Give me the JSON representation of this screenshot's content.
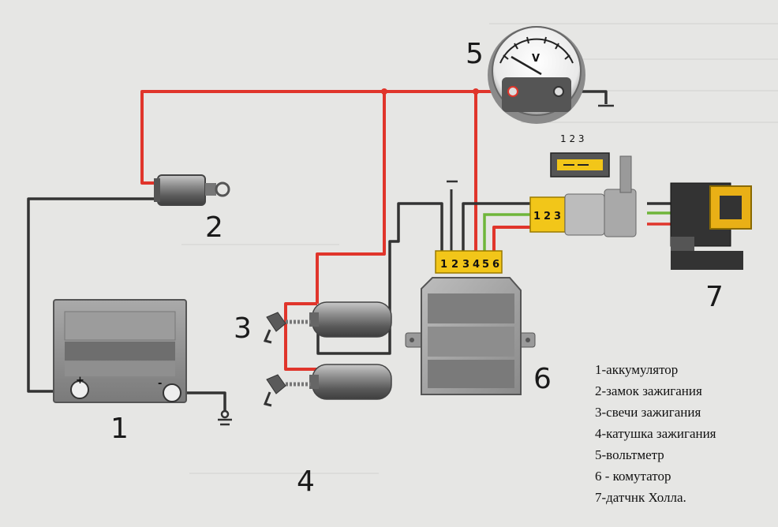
{
  "labels": {
    "n1": "1",
    "n2": "2",
    "n3": "3",
    "n4": "4",
    "n5": "5",
    "n6": "6",
    "n7": "7"
  },
  "battery": {
    "plus": "+",
    "minus": "-"
  },
  "voltmeter": {
    "unit": "V"
  },
  "commutator_pins": [
    "1",
    "2",
    "3",
    "4",
    "5",
    "6"
  ],
  "hall_connector_pins": [
    "1",
    "2",
    "3"
  ],
  "hall_plug_top_label": "1 2 3",
  "legend": [
    "1-аккумулятор",
    "2-замок зажигания",
    "3-свечи зажигания",
    "4-катушка зажигания",
    "5-вольтметр",
    "6 - комутатор",
    "7-датчнк Холла."
  ],
  "colors": {
    "red_wire": "#e0352b",
    "black_wire": "#333333",
    "green_wire": "#6fb53a",
    "connector_yellow": "#f2c619"
  }
}
